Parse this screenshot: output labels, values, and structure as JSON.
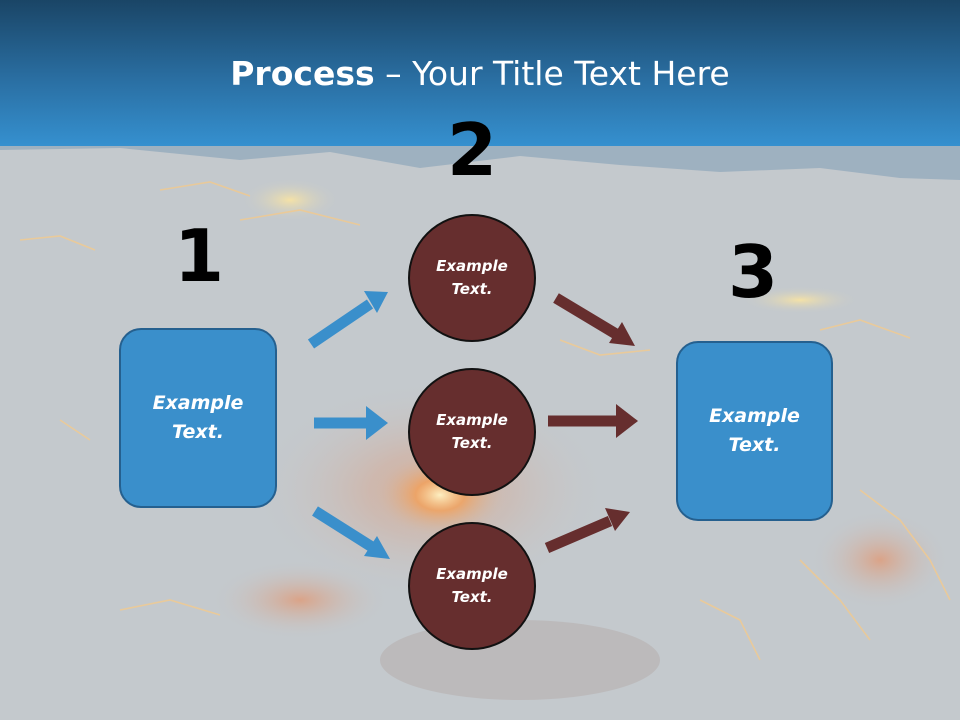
{
  "title": {
    "bold": "Process",
    "rest": " – Your Title Text Here"
  },
  "steps": {
    "one": "1",
    "two": "2",
    "three": "3"
  },
  "left_box": {
    "line1": "Example",
    "line2": "Text."
  },
  "right_box": {
    "line1": "Example",
    "line2": "Text."
  },
  "circles": [
    {
      "line1": "Example",
      "line2": "Text."
    },
    {
      "line1": "Example",
      "line2": "Text."
    },
    {
      "line1": "Example",
      "line2": "Text."
    }
  ],
  "colors": {
    "header": "#2a6fa3",
    "box": "#3a8fcb",
    "circle": "#662e2e",
    "blue_arrow": "#3a8fcb",
    "brown_arrow": "#662e2e"
  }
}
